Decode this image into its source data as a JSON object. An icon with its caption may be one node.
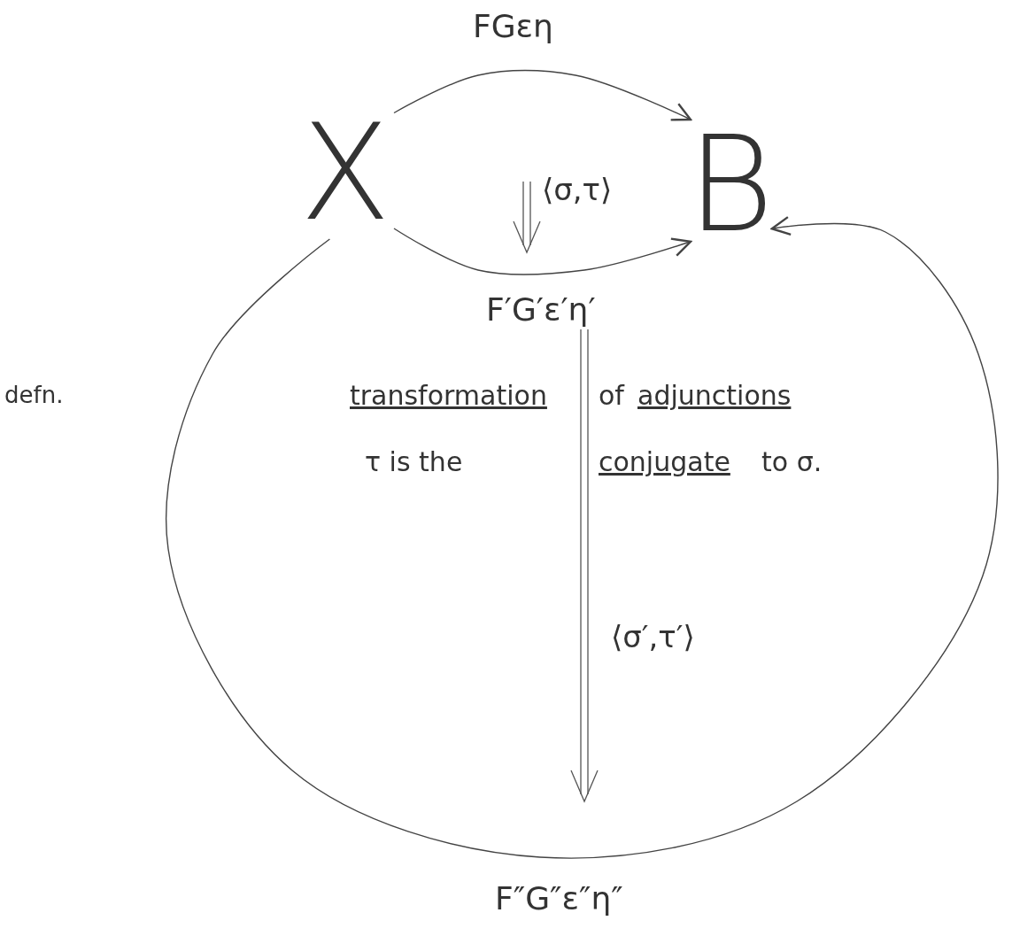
{
  "diagram": {
    "nodes": [
      {
        "text": [
          "X"
        ]
      },
      {
        "text": [
          "B"
        ]
      }
    ],
    "edges": [
      {
        "from": 0,
        "to": 1,
        "arrow": "to",
        "label": "FGεη"
      },
      {
        "from": 0,
        "to": 1,
        "arrow": "to",
        "label": "F′G′ε′η′"
      },
      {
        "from": 0,
        "to": 1,
        "arrow": "to",
        "label": "F″G″ε″η″"
      }
    ],
    "labels": [
      "defn.",
      "transformation",
      "of",
      "adjunctions",
      "τ is the",
      "conjugate",
      "to σ.",
      "⟨σ,τ⟩",
      "⟨σ′,τ′⟩"
    ]
  }
}
